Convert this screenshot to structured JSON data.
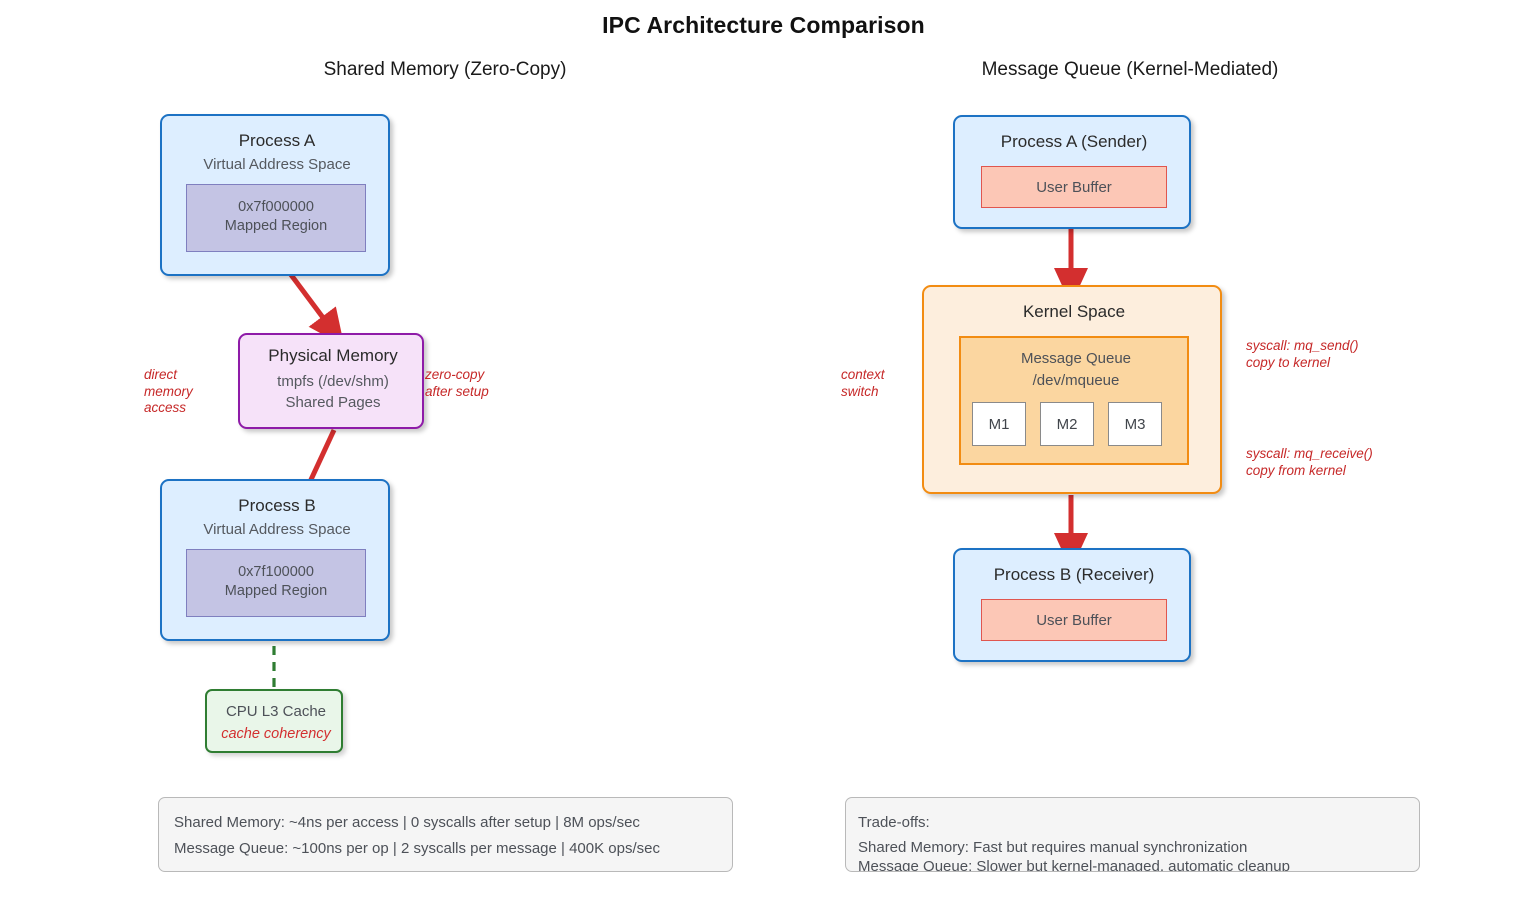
{
  "title": "IPC Architecture Comparison",
  "panels": {
    "left": {
      "title": "Shared Memory (Zero-Copy)",
      "process_a": {
        "title": "Process A",
        "subtitle": "Virtual Address Space",
        "mapped_region": {
          "address": "0x7f000000",
          "label": "Mapped Region"
        }
      },
      "physical_memory": {
        "title": "Physical Memory",
        "line1": "tmpfs (/dev/shm)",
        "line2": "Shared Pages"
      },
      "process_b": {
        "title": "Process B",
        "subtitle": "Virtual Address Space",
        "mapped_region": {
          "address": "0x7f100000",
          "label": "Mapped Region"
        }
      },
      "cache": {
        "title": "CPU L3 Cache",
        "note": "cache coherency"
      },
      "annotations": {
        "direct_memory_access": "direct\nmemory\naccess",
        "zero_copy": "zero-copy\nafter setup"
      }
    },
    "right": {
      "title": "Message Queue (Kernel-Mediated)",
      "process_a": {
        "title": "Process A (Sender)",
        "buffer": "User Buffer"
      },
      "kernel": {
        "title": "Kernel Space",
        "queue": {
          "line1": "Message Queue",
          "line2": "/dev/mqueue",
          "messages": [
            "M1",
            "M2",
            "M3"
          ]
        }
      },
      "process_b": {
        "title": "Process B (Receiver)",
        "buffer": "User Buffer"
      },
      "annotations": {
        "context_switch": "context\nswitch",
        "mq_send": "syscall: mq_send()\ncopy to kernel",
        "mq_receive": "syscall: mq_receive()\ncopy from kernel"
      }
    }
  },
  "legends": {
    "performance": {
      "lines": [
        "Shared Memory: ~4ns per access | 0 syscalls after setup | 8M ops/sec",
        "Message Queue: ~100ns per op | 2 syscalls per message | 400K ops/sec"
      ]
    },
    "tradeoffs": {
      "lines": [
        "Trade-offs:",
        "Shared Memory: Fast but requires manual synchronization",
        "Message Queue: Slower but kernel-managed, automatic cleanup"
      ]
    }
  },
  "colors": {
    "process_border": "#1c72c4",
    "process_fill": "#ddeeff",
    "mapped_fill": "#c4c4e4",
    "mapped_border": "#7f7fbf",
    "physical_border": "#8e1ba8",
    "physical_fill": "#f6e2f9",
    "kernel_border": "#f28c12",
    "kernel_fill": "#fdeedd",
    "queue_fill": "#fbd6a0",
    "buffer_fill": "#fcc7b6",
    "buffer_border": "#e0564f",
    "cache_border": "#2f7d32",
    "cache_fill": "#e9f6e9",
    "arrow_red": "#d32f2f",
    "annotation_red": "#c62828",
    "dashed_green": "#2f7d32"
  }
}
